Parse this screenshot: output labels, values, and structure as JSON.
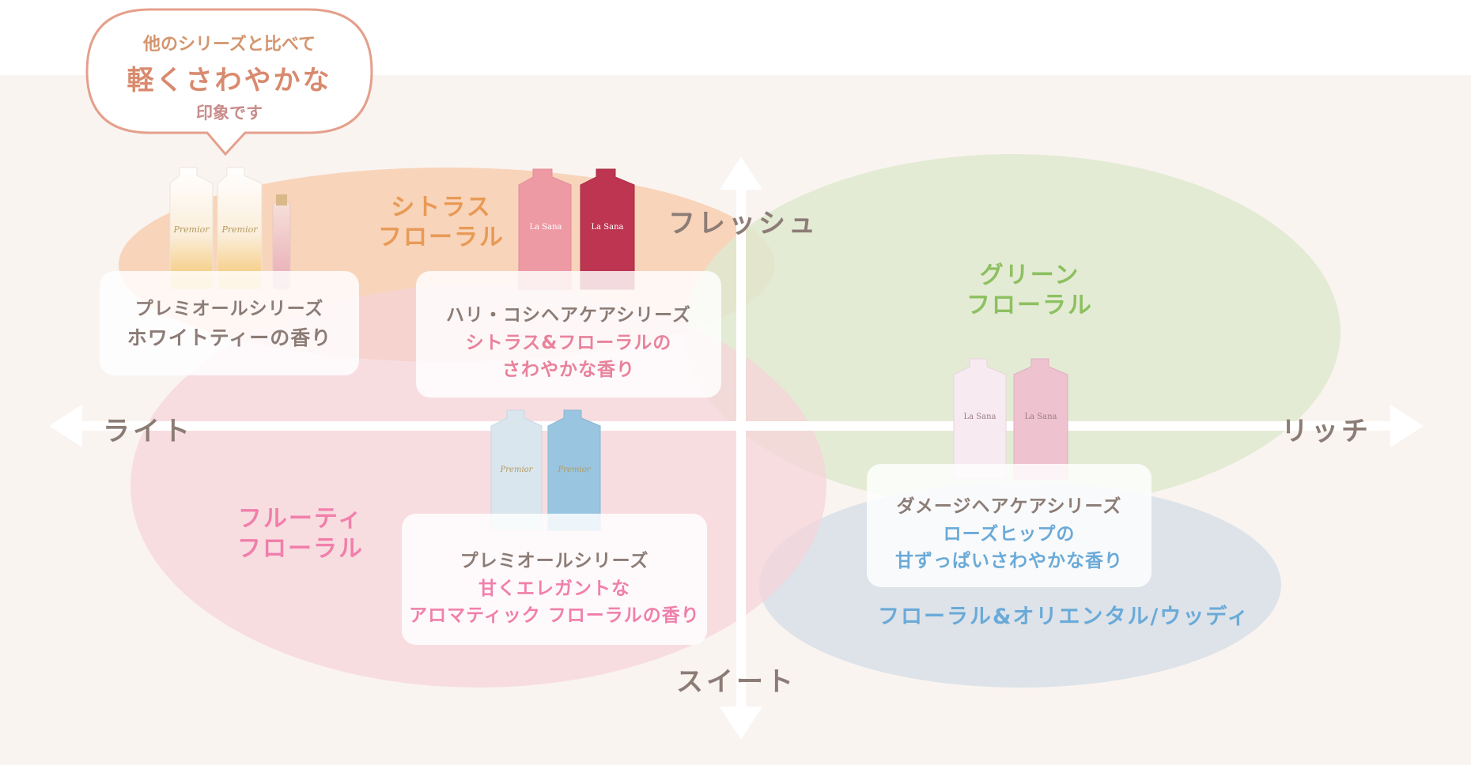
{
  "colors": {
    "background_panel": "#faf4f1",
    "citrus_area": "#f7c7a5",
    "green_area": "#dfe9cf",
    "fruity_area": "#f7d3d9",
    "oriental_area": "#d7dfe7",
    "axis": "#ffffff",
    "text_brown": "#8c7c76",
    "citrus_text": "#e89a55",
    "green_text": "#8cc060",
    "fruity_text": "#f07fab",
    "oriental_text": "#6aaad8",
    "pink_text": "#e8829b",
    "blue_text": "#6aaad8"
  },
  "axes": {
    "top": "フレッシュ",
    "bottom": "スイート",
    "left": "ライト",
    "right": "リッチ"
  },
  "bubble": {
    "line1": "他のシリーズと比べて",
    "line2": "軽くさわやかな",
    "line3": "印象です"
  },
  "categories": {
    "citrus_line1": "シトラス",
    "citrus_line2": "フローラル",
    "green_line1": "グリーン",
    "green_line2": "フローラル",
    "fruity_line1": "フルーティ",
    "fruity_line2": "フローラル",
    "oriental": "フローラル&オリエンタル/ウッディ"
  },
  "cards": {
    "premior_whitetea": {
      "series": "プレミオールシリーズ",
      "scent": "ホワイトティーの香り"
    },
    "hari_koshi": {
      "series": "ハリ・コシヘアケアシリーズ",
      "scent1": "シトラス&フローラルの",
      "scent2": "さわやかな香り"
    },
    "premior_aromatic": {
      "series": "プレミオールシリーズ",
      "scent1": "甘くエレガントな",
      "scent2": "アロマティック フローラルの香り"
    },
    "damage": {
      "series": "ダメージヘアケアシリーズ",
      "scent1": "ローズヒップの",
      "scent2": "甘ずっぱいさわやかな香り"
    }
  },
  "products": {
    "premior_brand": "Premior",
    "lasana_brand": "La Sana"
  },
  "icons": [
    "arrow-up-icon",
    "arrow-down-icon",
    "arrow-left-icon",
    "arrow-right-icon"
  ]
}
